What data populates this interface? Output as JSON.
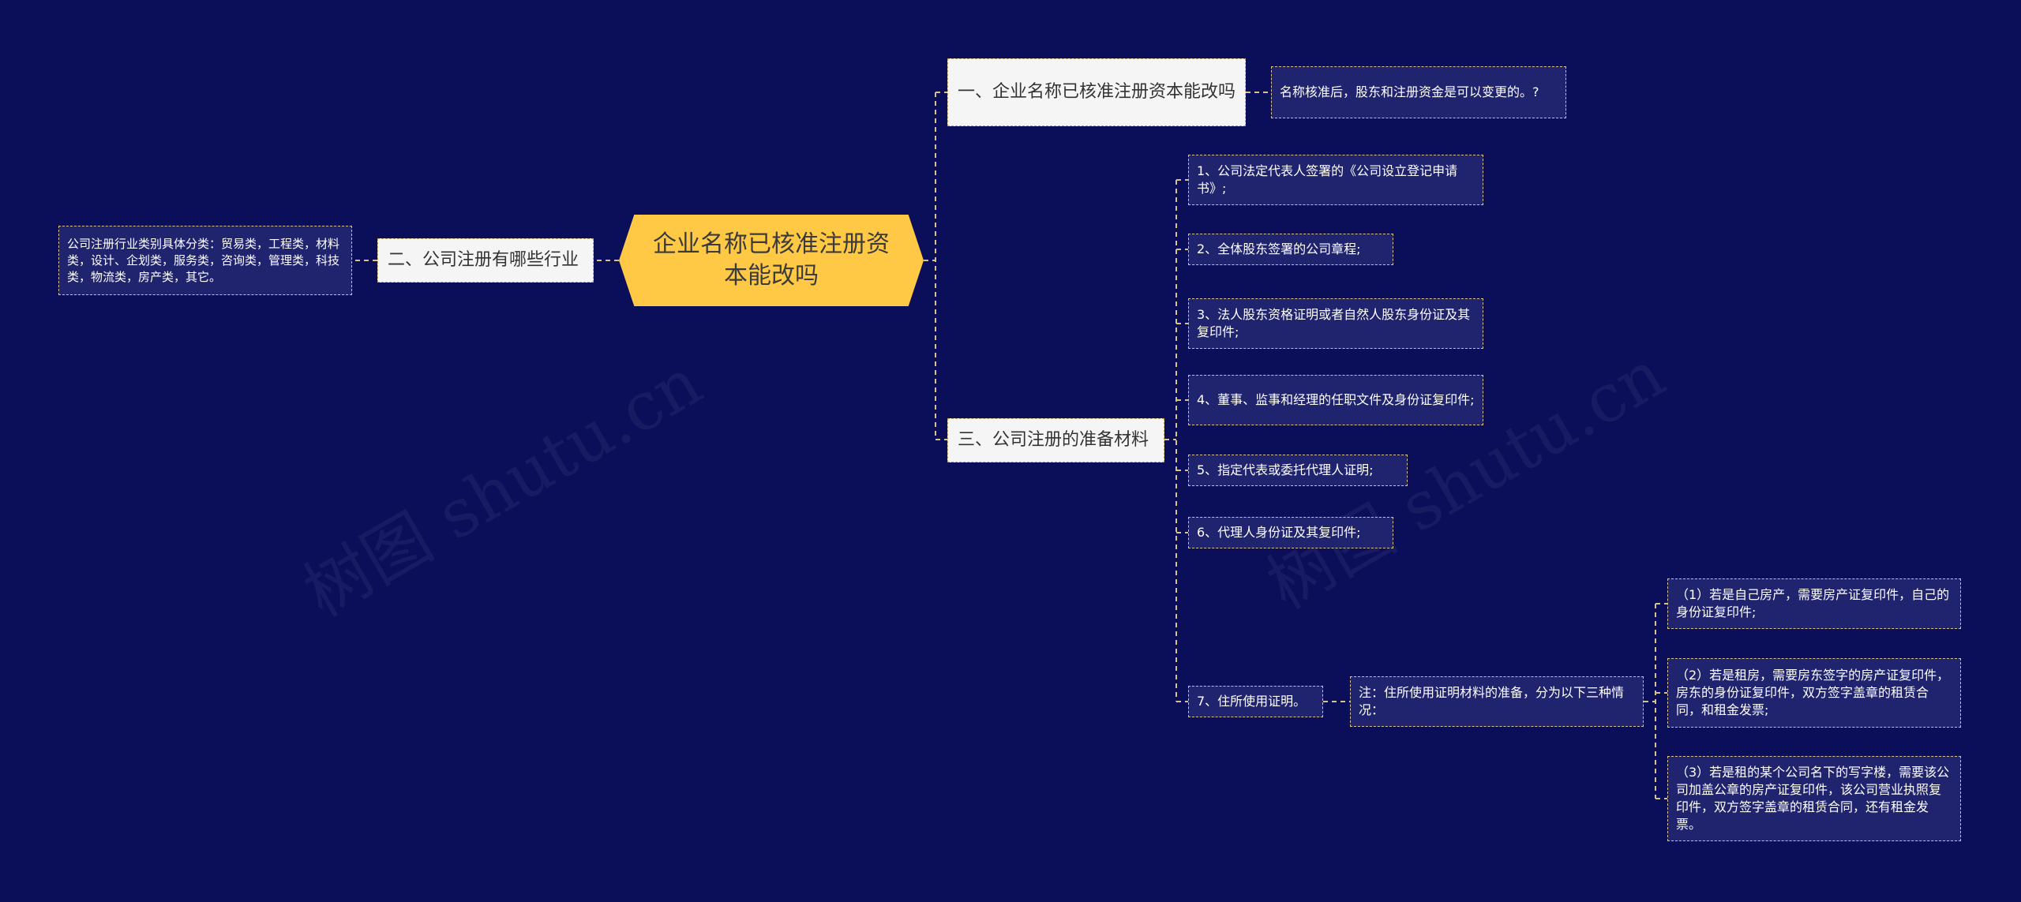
{
  "root": {
    "title": "企业名称已核准注册资本能改吗"
  },
  "branches": {
    "b1": {
      "label": "一、企业名称已核准注册资本能改吗",
      "leaf": "名称核准后，股东和注册资金是可以变更的。?"
    },
    "b2": {
      "label": "二、公司注册有哪些行业",
      "leaf": "公司注册行业类别具体分类：贸易类，工程类，材料类，设计、企划类，服务类，咨询类，管理类，科技类，物流类，房产类，其它。"
    },
    "b3": {
      "label": "三、公司注册的准备材料",
      "items": [
        "1、公司法定代表人签署的《公司设立登记申请书》;",
        "2、全体股东签署的公司章程;",
        "3、法人股东资格证明或者自然人股东身份证及其复印件;",
        "4、董事、监事和经理的任职文件及身份证复印件;",
        "5、指定代表或委托代理人证明;",
        "6、代理人身份证及其复印件;",
        "7、住所使用证明。"
      ],
      "note": "注：住所使用证明材料的准备，分为以下三种情况：",
      "sub_items": [
        "（1）若是自己房产，需要房产证复印件，自己的身份证复印件;",
        "（2）若是租房，需要房东签字的房产证复印件，房东的身份证复印件，双方签字盖章的租赁合同，和租金发票;",
        "（3）若是租的某个公司名下的写字楼，需要该公司加盖公章的房产证复印件，该公司营业执照复印件，双方签字盖章的租赁合同，还有租金发票。"
      ]
    }
  },
  "watermark": [
    "树图 shutu.cn",
    "树图 shutu.cn"
  ],
  "colors": {
    "background": "#0b0f5a",
    "root_fill": "#ffc845",
    "branch_fill": "#f5f5f5",
    "leaf_fill": "#20246f",
    "connector": "#d8c28a"
  }
}
